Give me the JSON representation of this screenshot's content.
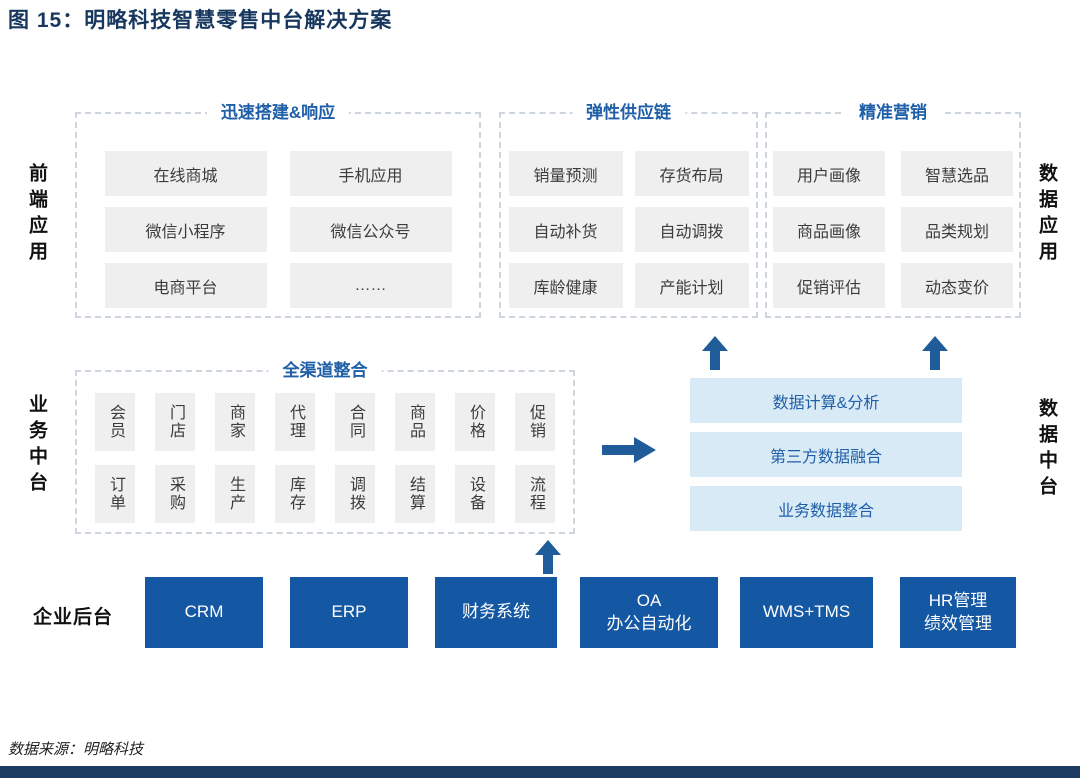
{
  "title": "图 15：明略科技智慧零售中台解决方案",
  "source_note": "数据来源：明略科技",
  "side_labels": {
    "front_end": "前端应用",
    "business_middle": "业务中台",
    "enterprise_backend": "企业后台",
    "data_app": "数据应用",
    "data_middle": "数据中台"
  },
  "front_groups": {
    "rapid": {
      "title": "迅速搭建&响应",
      "items": [
        "在线商城",
        "手机应用",
        "微信小程序",
        "微信公众号",
        "电商平台",
        "……"
      ]
    },
    "supply": {
      "title": "弹性供应链",
      "items": [
        "销量预测",
        "存货布局",
        "自动补货",
        "自动调拨",
        "库龄健康",
        "产能计划"
      ]
    },
    "marketing": {
      "title": "精准营销",
      "items": [
        "用户画像",
        "智慧选品",
        "商品画像",
        "品类规划",
        "促销评估",
        "动态变价"
      ]
    }
  },
  "omni": {
    "title": "全渠道整合",
    "row1": [
      "会员",
      "门店",
      "商家",
      "代理",
      "合同",
      "商品",
      "价格",
      "促销"
    ],
    "row2": [
      "订单",
      "采购",
      "生产",
      "库存",
      "调拨",
      "结算",
      "设备",
      "流程"
    ]
  },
  "data_platform": {
    "items": [
      "数据计算&分析",
      "第三方数据融合",
      "业务数据整合"
    ]
  },
  "backend_systems": [
    {
      "line1": "CRM",
      "line2": ""
    },
    {
      "line1": "ERP",
      "line2": ""
    },
    {
      "line1": "财务系统",
      "line2": ""
    },
    {
      "line1": "OA",
      "line2": "办公自动化"
    },
    {
      "line1": "WMS+TMS",
      "line2": ""
    },
    {
      "line1": "HR管理",
      "line2": "绩效管理"
    }
  ],
  "colors": {
    "title_navy": "#17375E",
    "accent_blue": "#1F5FA8",
    "arrow_blue": "#1F5C99",
    "backend_box_blue": "#1457A3",
    "data_box_light_blue": "#D8EAF6",
    "item_gray": "#EFEFEF",
    "bottom_bar_navy": "#1B3C60"
  }
}
